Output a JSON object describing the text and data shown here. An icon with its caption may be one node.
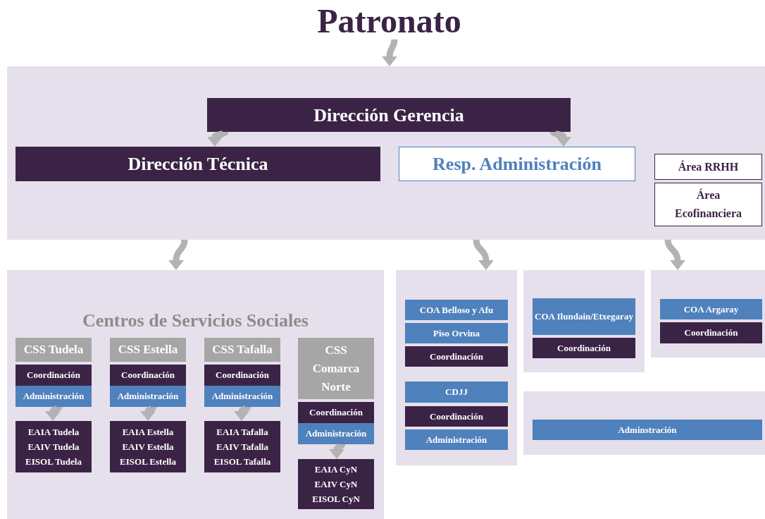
{
  "diagram": {
    "nodes": [
      {
        "text": [
          "Patronato"
        ]
      },
      {
        "text": [],
        "shape": "box"
      },
      {
        "text": [
          "Dirección Gerencia"
        ],
        "in": 1
      },
      {
        "text": [
          "Dirección Técnica"
        ],
        "in": 1
      },
      {
        "text": [
          "Resp. Administración"
        ],
        "in": 1
      },
      {
        "text": [
          "Área RRHH"
        ],
        "in": 1
      },
      {
        "text": [
          "Área Ecofinanciera"
        ],
        "in": 1
      },
      {
        "text": [
          "Centros de Servicios Sociales"
        ]
      },
      {
        "text": [
          "CSS Tudela"
        ],
        "in": 7
      },
      {
        "text": [
          "Coordinación"
        ],
        "in": 7
      },
      {
        "text": [
          "Administración"
        ],
        "in": 7
      },
      {
        "text": [
          "EAIA Tudela",
          "EAIV Tudela",
          "EISOL Tudela"
        ],
        "in": 7
      },
      {
        "text": [
          "CSS Estella"
        ],
        "in": 7
      },
      {
        "text": [
          "Coordinación"
        ],
        "in": 7
      },
      {
        "text": [
          "Administración"
        ],
        "in": 7
      },
      {
        "text": [
          "EAIA Estella",
          "EAIV Estella",
          "EISOL Estella"
        ],
        "in": 7
      },
      {
        "text": [
          "CSS Tafalla"
        ],
        "in": 7
      },
      {
        "text": [
          "Coordinación"
        ],
        "in": 7
      },
      {
        "text": [
          "Administración"
        ],
        "in": 7
      },
      {
        "text": [
          "EAIA Tafalla",
          "EAIV Tafalla",
          "EISOL Tafalla"
        ],
        "in": 7
      },
      {
        "text": [
          "CSS Comarca Norte"
        ],
        "in": 7
      },
      {
        "text": [
          "Coordinación"
        ],
        "in": 7
      },
      {
        "text": [
          "Administración"
        ],
        "in": 7
      },
      {
        "text": [
          "EAIA CyN",
          "EAIV CyN",
          "EISOL CyN"
        ],
        "in": 7
      },
      {
        "text": [],
        "shape": "box"
      },
      {
        "text": [
          "COA Belloso y Afu"
        ],
        "in": 24
      },
      {
        "text": [
          "Piso Orvina"
        ],
        "in": 24
      },
      {
        "text": [
          "Coordinación"
        ],
        "in": 24
      },
      {
        "text": [
          "CDJJ"
        ],
        "in": 24
      },
      {
        "text": [
          "Coordinación"
        ],
        "in": 24
      },
      {
        "text": [
          "Administración"
        ],
        "in": 24
      },
      {
        "text": [],
        "shape": "box"
      },
      {
        "text": [
          "COA Ilundain/Etxegaray"
        ],
        "in": 31
      },
      {
        "text": [
          "Coordinación"
        ],
        "in": 31
      },
      {
        "text": [],
        "shape": "box"
      },
      {
        "text": [
          "COA Argaray"
        ],
        "in": 34
      },
      {
        "text": [
          "Coordinación"
        ],
        "in": 34
      },
      {
        "text": [],
        "shape": "box"
      },
      {
        "text": [
          "Adminstración"
        ],
        "in": 37
      }
    ],
    "edges": [
      {
        "from": 0,
        "to": 1,
        "arrow": "to"
      },
      {
        "from": 2,
        "to": 3,
        "arrow": "to"
      },
      {
        "from": 2,
        "to": 4,
        "arrow": "to"
      },
      {
        "from": 1,
        "to": 7,
        "arrow": "to"
      },
      {
        "from": 1,
        "to": 24,
        "arrow": "to"
      },
      {
        "from": 1,
        "to": 34,
        "arrow": "to"
      },
      {
        "from": 10,
        "to": 11,
        "arrow": "to"
      },
      {
        "from": 14,
        "to": 15,
        "arrow": "to"
      },
      {
        "from": 18,
        "to": 19,
        "arrow": "to"
      },
      {
        "from": 22,
        "to": 23,
        "arrow": "to"
      }
    ]
  }
}
